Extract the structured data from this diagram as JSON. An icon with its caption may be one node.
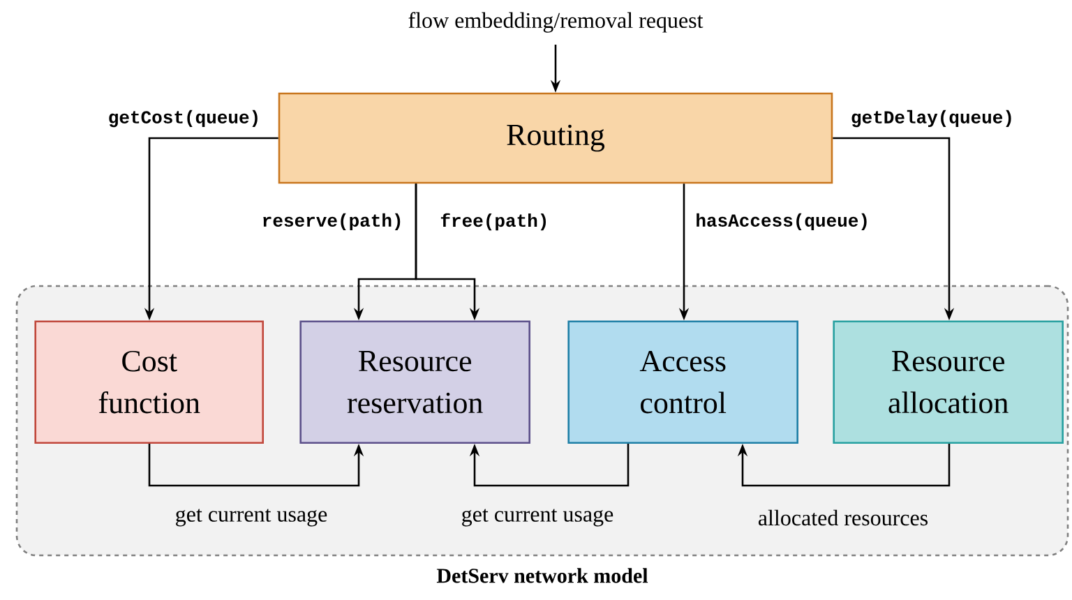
{
  "diagram": {
    "nodes": [
      {
        "text": [
          "Routing"
        ]
      },
      {
        "text": [
          "DetServ network model"
        ]
      },
      {
        "text": [
          "Cost function"
        ],
        "in": 1
      },
      {
        "text": [
          "Resource reservation"
        ],
        "in": 1
      },
      {
        "text": [
          "Access control"
        ],
        "in": 1
      },
      {
        "text": [
          "Resource allocation"
        ],
        "in": 1
      }
    ],
    "edges": [
      {
        "from": null,
        "to": 0,
        "arrow": "to",
        "label": "flow embedding/removal request"
      },
      {
        "from": 0,
        "to": 2,
        "arrow": "to",
        "label": "getCost(queue)"
      },
      {
        "from": 0,
        "to": 3,
        "arrow": "to",
        "label": "reserve(path)"
      },
      {
        "from": 0,
        "to": 3,
        "arrow": "to",
        "label": "free(path)"
      },
      {
        "from": 0,
        "to": 4,
        "arrow": "to",
        "label": "hasAccess(queue)"
      },
      {
        "from": 0,
        "to": 5,
        "arrow": "to",
        "label": "getDelay(queue)"
      },
      {
        "from": 2,
        "to": 3,
        "arrow": "to",
        "label": "get current usage"
      },
      {
        "from": 4,
        "to": 3,
        "arrow": "to",
        "label": "get current usage"
      },
      {
        "from": 5,
        "to": 4,
        "arrow": "to",
        "label": "allocated resources"
      }
    ]
  }
}
